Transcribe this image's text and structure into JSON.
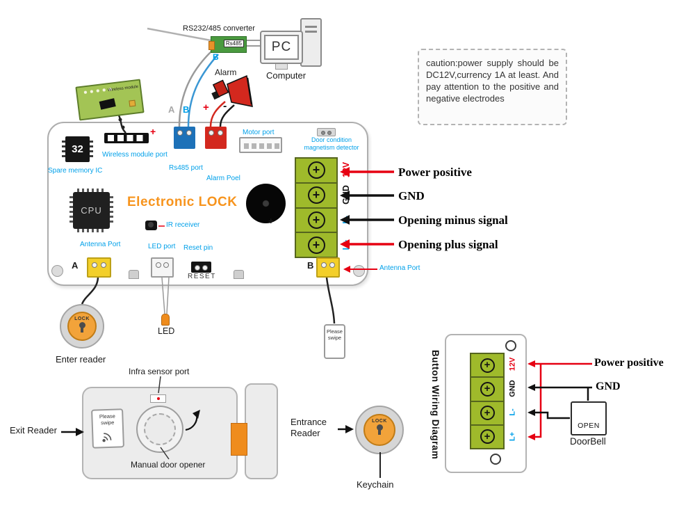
{
  "colors": {
    "label_blue": "#00a0e9",
    "signal_red": "#e60012",
    "title_orange": "#f7941d",
    "terminal_green": "#9fba2b"
  },
  "top": {
    "converter_label": "RS232/485 converter",
    "converter_chip_label": "Rs485",
    "wire_b_label": "B",
    "pc_screen": "PC",
    "computer_label": "Computer",
    "alarm_label": "Alarm"
  },
  "caution_text": "caution:power supply should be DC12V,currency 1A at least. And pay attention to the positive and negative electrodes",
  "board": {
    "wireless_module_label": "Wireless module",
    "chip_32": "32",
    "spare_memory_label": "Spare memory IC",
    "wireless_port_label": "Wireless module port",
    "wireless_port_plus": "+",
    "wire_a": "A",
    "wire_b": "B",
    "rs485_port_label": "Rs485 port",
    "alarm_plus": "+",
    "alarm_minus": "-",
    "alarm_port_label": "Alarm Poel",
    "motor_port_label": "Motor port",
    "door_detector_line1": "Door condition",
    "door_detector_line2": "magnetism detector",
    "title": "Electronic LOCK",
    "cpu_label": "CPU",
    "buzzer_plus": "+",
    "ir_label": "IR receiver",
    "antenna_left_label": "Antenna Port",
    "port_a": "A",
    "led_port_label": "LED port",
    "reset_pin_label": "Reset pin",
    "reset_text": "RESET",
    "port_b": "B",
    "antenna_right_label": "Antenna Port"
  },
  "terminals": {
    "screw": "+",
    "labels": [
      "12V",
      "GND",
      "L-",
      "L+"
    ]
  },
  "signals": [
    {
      "label": "Power positive"
    },
    {
      "label": "GND"
    },
    {
      "label": "Opening minus signal"
    },
    {
      "label": "Opening plus signal"
    }
  ],
  "bottom": {
    "enter_lock_text": "LOCK",
    "enter_reader_label": "Enter reader",
    "led_label": "LED",
    "swipe_card_text": "Please swipe",
    "infra_label": "Infra sensor port",
    "exit_reader_label": "Exit Reader",
    "body_card_text": "Please swipe",
    "manual_label": "Manual door opener",
    "entrance_line1": "Entrance",
    "entrance_line2": "Reader",
    "entrance_lock_text": "LOCK",
    "keychain_label": "Keychain"
  },
  "button_diagram": {
    "title": "Button Wiring Diagram",
    "labels": [
      "12V",
      "GND",
      "L-",
      "L+"
    ],
    "power_positive": "Power positive",
    "gnd": "GND",
    "open_text": "OPEN",
    "doorbell_label": "DoorBell"
  }
}
